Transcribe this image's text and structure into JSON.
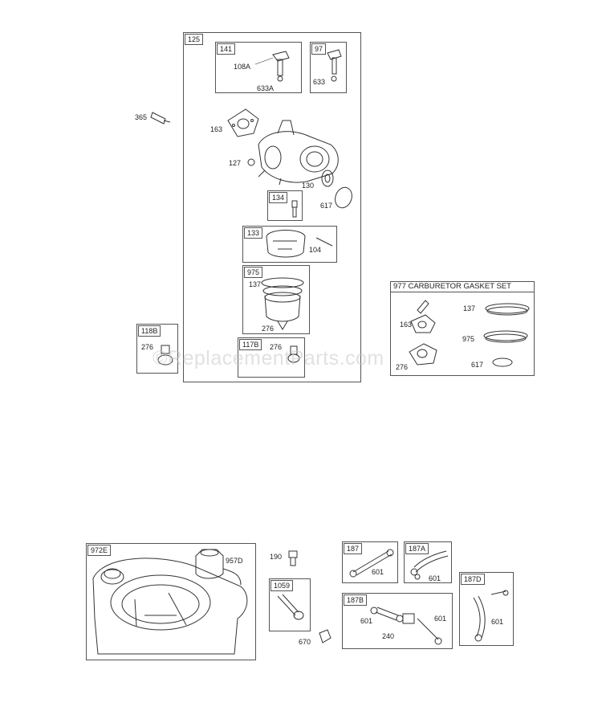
{
  "watermark": "©ReplacementParts.com",
  "top_group": {
    "main_kit": "125",
    "kit_141": {
      "tag": "141",
      "parts": [
        "108A",
        "633A"
      ]
    },
    "kit_97": {
      "tag": "97",
      "parts": [
        "633"
      ]
    },
    "loose_parts": [
      "365",
      "163",
      "127",
      "130",
      "617",
      "104"
    ],
    "kit_134": {
      "tag": "134"
    },
    "kit_133": {
      "tag": "133"
    },
    "kit_975": {
      "tag": "975",
      "parts": [
        "137",
        "276"
      ]
    },
    "kit_117B": {
      "tag": "117B",
      "parts": [
        "276"
      ]
    },
    "kit_118B": {
      "tag": "118B",
      "parts": [
        "276"
      ]
    },
    "gasket_set": {
      "title": "977 CARBURETOR GASKET SET",
      "parts": [
        "137",
        "163",
        "975",
        "276",
        "617"
      ]
    }
  },
  "bottom_group": {
    "kit_972E": {
      "tag": "972E",
      "parts": [
        "957D"
      ]
    },
    "part_190": "190",
    "kit_1059": {
      "tag": "1059",
      "parts": [
        "670"
      ]
    },
    "kit_187": {
      "tag": "187",
      "parts": [
        "601"
      ]
    },
    "kit_187A": {
      "tag": "187A",
      "parts": [
        "601"
      ]
    },
    "kit_187B": {
      "tag": "187B",
      "parts": [
        "601",
        "601",
        "240"
      ]
    },
    "kit_187D": {
      "tag": "187D",
      "parts": [
        "601"
      ]
    }
  }
}
